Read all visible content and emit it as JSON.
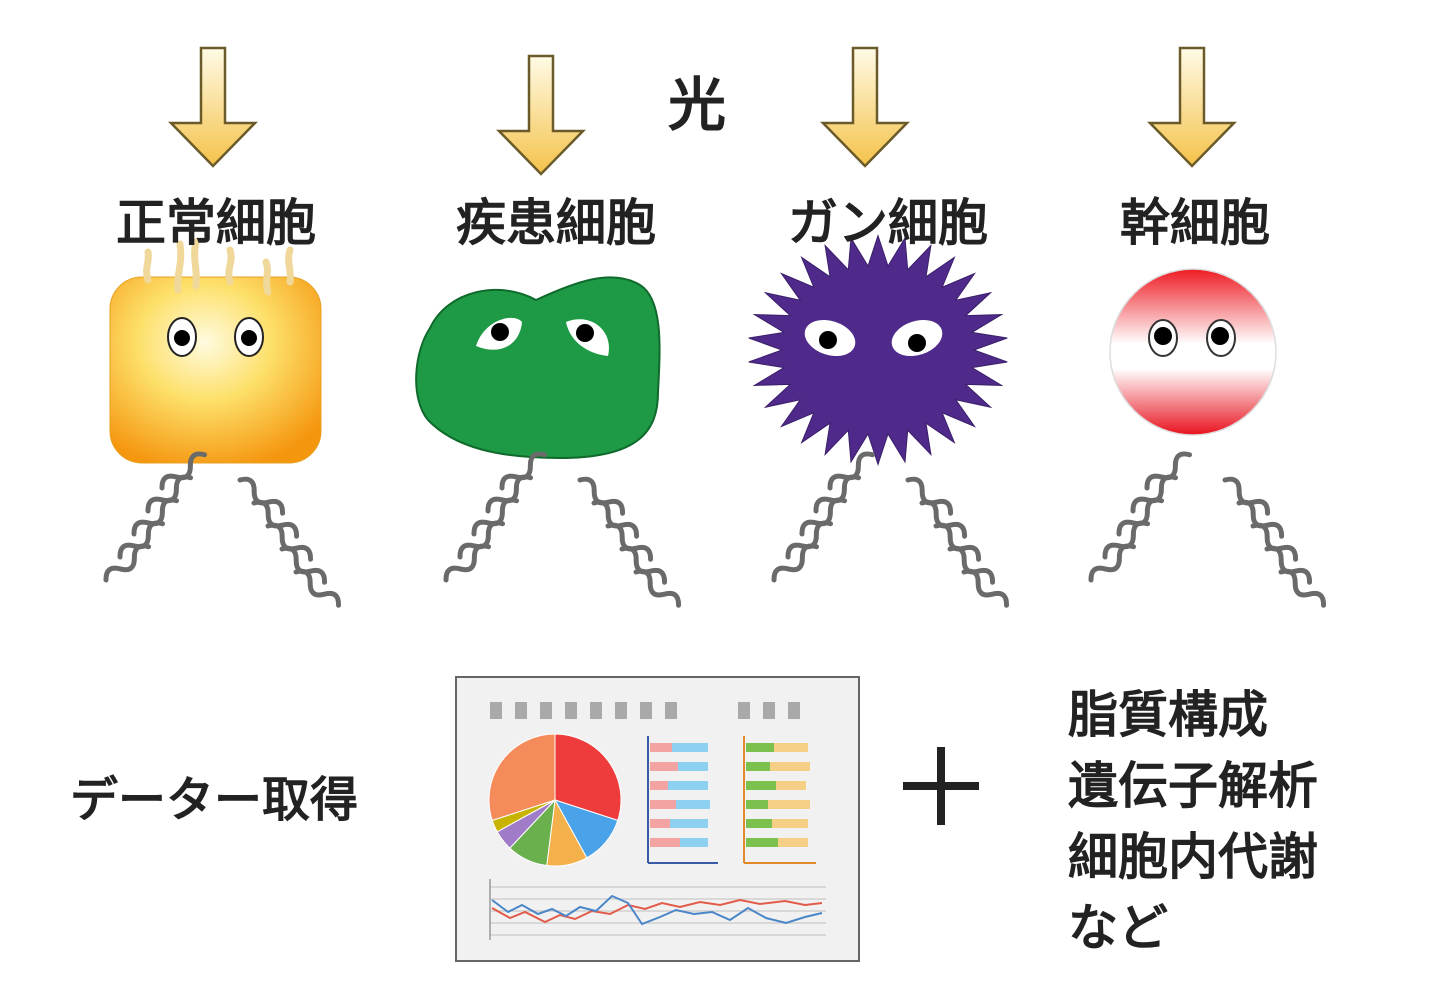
{
  "light_label": "光",
  "cells": [
    {
      "label": "正常細胞",
      "type": "normal"
    },
    {
      "label": "疾患細胞",
      "type": "disease"
    },
    {
      "label": "ガン細胞",
      "type": "cancer"
    },
    {
      "label": "幹細胞",
      "type": "stem"
    }
  ],
  "data_label": "データー取得",
  "plus_symbol": "＋",
  "analysis_items": [
    "脂質構成",
    "遺伝子解析",
    "細胞内代謝",
    "など"
  ],
  "colors": {
    "arrow_fill": "#f6cf6a",
    "normal_cell": "#f7b21a",
    "disease_cell": "#1e9a46",
    "cancer_cell": "#4f2a8a",
    "stem_cell": "#e8121e",
    "wave": "#6a6a6a"
  }
}
